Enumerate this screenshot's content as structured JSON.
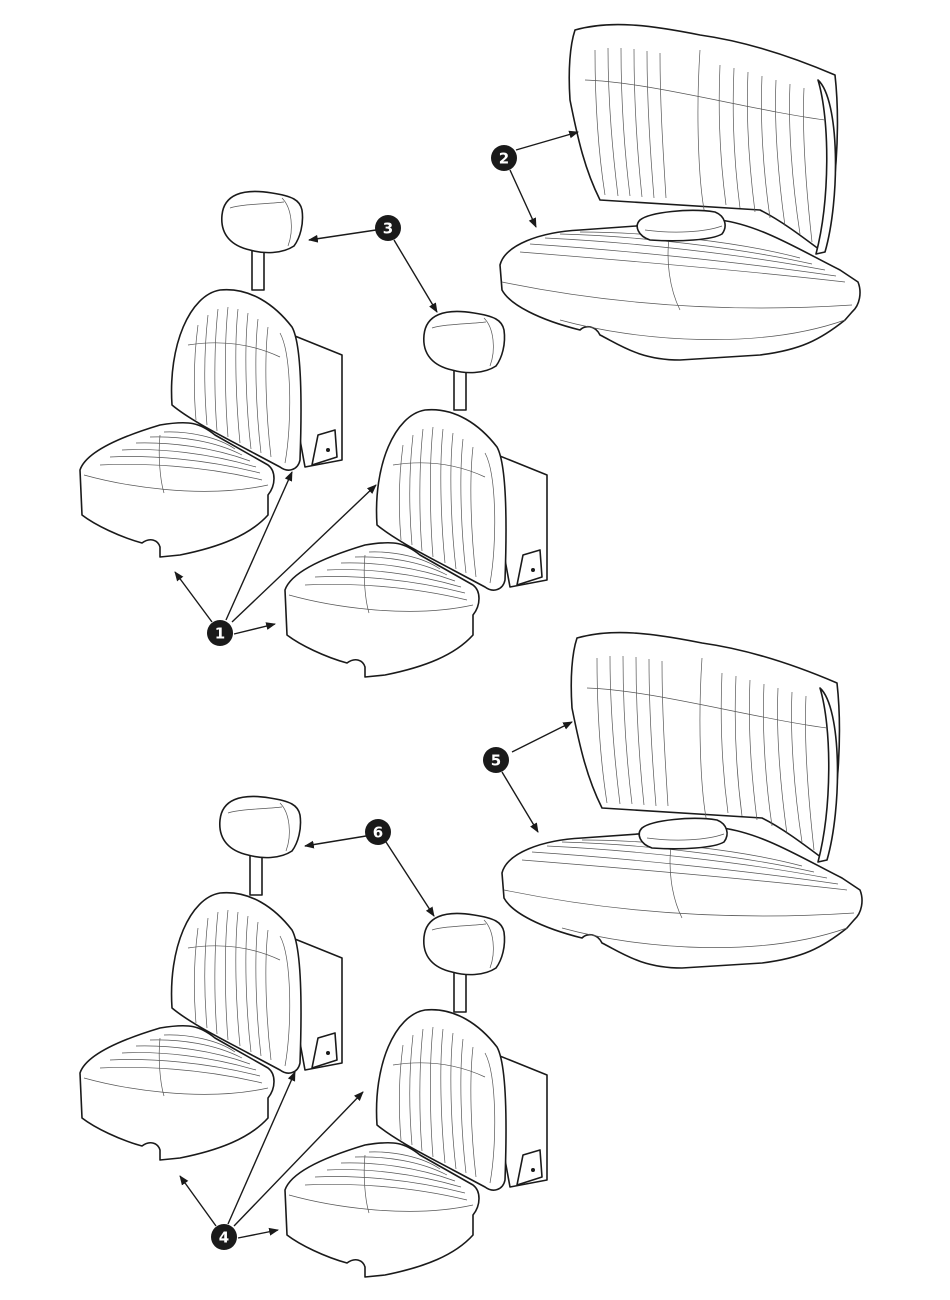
{
  "diagram": {
    "type": "exploded-parts-view",
    "line_color": "#1a1a1a",
    "background": "#ffffff",
    "callouts": [
      {
        "id": "c1",
        "number": "1"
      },
      {
        "id": "c2",
        "number": "2"
      },
      {
        "id": "c3",
        "number": "3"
      },
      {
        "id": "c4",
        "number": "4"
      },
      {
        "id": "c5",
        "number": "5"
      },
      {
        "id": "c6",
        "number": "6"
      }
    ],
    "groups": [
      {
        "id": "top",
        "parts": [
          "left-front-seat",
          "right-front-seat",
          "front-headrests",
          "rear-bench-seat"
        ]
      },
      {
        "id": "bottom",
        "parts": [
          "left-front-seat",
          "right-front-seat",
          "front-headrests",
          "rear-bench-seat"
        ]
      }
    ]
  }
}
